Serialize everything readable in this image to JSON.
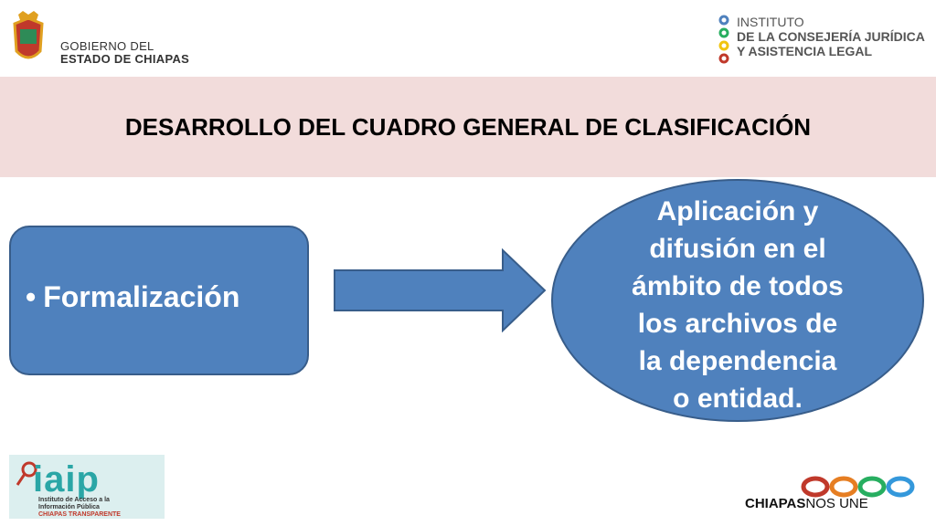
{
  "header": {
    "gov_line1": "GOBIERNO DEL",
    "gov_line2": "ESTADO DE CHIAPAS",
    "institute_line1": "INSTITUTO",
    "institute_line2": "DE LA CONSEJERÍA JURÍDICA",
    "institute_line3": "Y ASISTENCIA LEGAL"
  },
  "title": "DESARROLLO DEL CUADRO GENERAL DE CLASIFICACIÓN",
  "diagram": {
    "box_bullet": "•",
    "box_text": "Formalización",
    "ellipse_lines": [
      "Aplicación y",
      "difusión en el",
      "ámbito de todos",
      "los archivos de",
      "la dependencia",
      "o entidad."
    ]
  },
  "footer": {
    "iaip_word": "iaip",
    "iaip_line1": "Instituto de Acceso a la",
    "iaip_line2": "Información Pública",
    "iaip_line3": "CHIAPAS TRANSPARENTE",
    "chiapas_bold": "CHIAPAS",
    "chiapas_rest": "NOS UNE"
  },
  "colors": {
    "band": "#f2dcdb",
    "shape_fill": "#4f81bd",
    "shape_border": "#385d8a"
  }
}
